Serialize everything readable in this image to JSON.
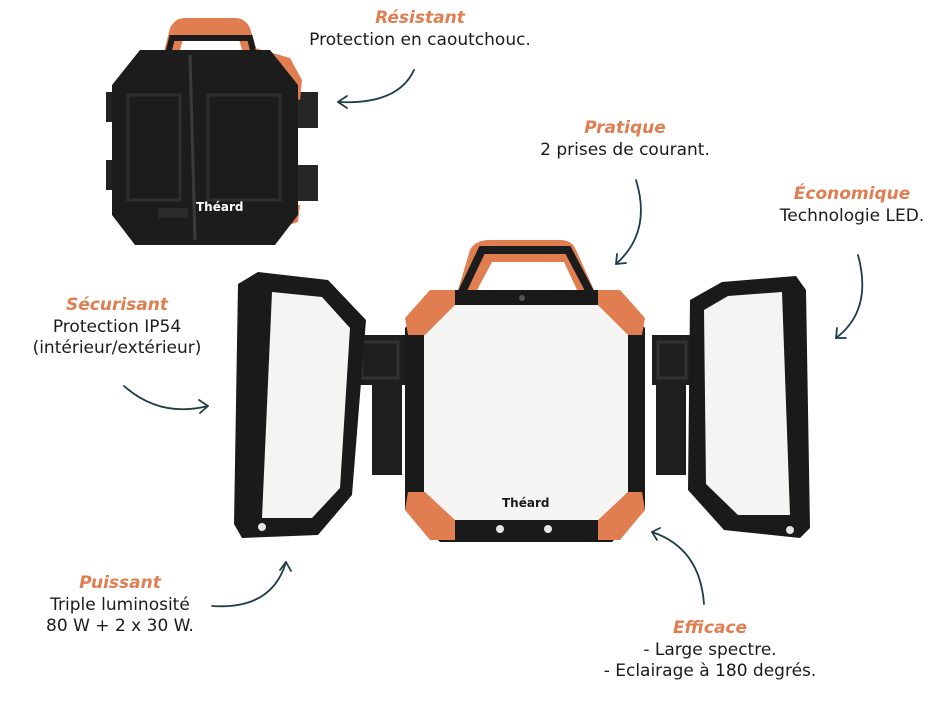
{
  "callouts": {
    "resistant": {
      "title": "Résistant",
      "lines": [
        "Protection en caoutchouc."
      ]
    },
    "pratique": {
      "title": "Pratique",
      "lines": [
        "2 prises de courant."
      ]
    },
    "economique": {
      "title": "Économique",
      "lines": [
        "Technologie LED."
      ]
    },
    "securisant": {
      "title": "Sécurisant",
      "lines": [
        "Protection IP54",
        "(intérieur/extérieur)"
      ]
    },
    "puissant": {
      "title": "Puissant",
      "lines": [
        "Triple luminosité",
        "80 W + 2 x 30 W."
      ]
    },
    "efficace": {
      "title": "Efficace",
      "lines": [
        "- Large spectre.",
        "- Eclairage à 180 degrés."
      ]
    }
  },
  "brand": "Théard",
  "colors": {
    "accent": "#e07e52",
    "arrow": "#1e3d47",
    "body": "#1c1c1c",
    "panel": "#f4f4f2"
  }
}
